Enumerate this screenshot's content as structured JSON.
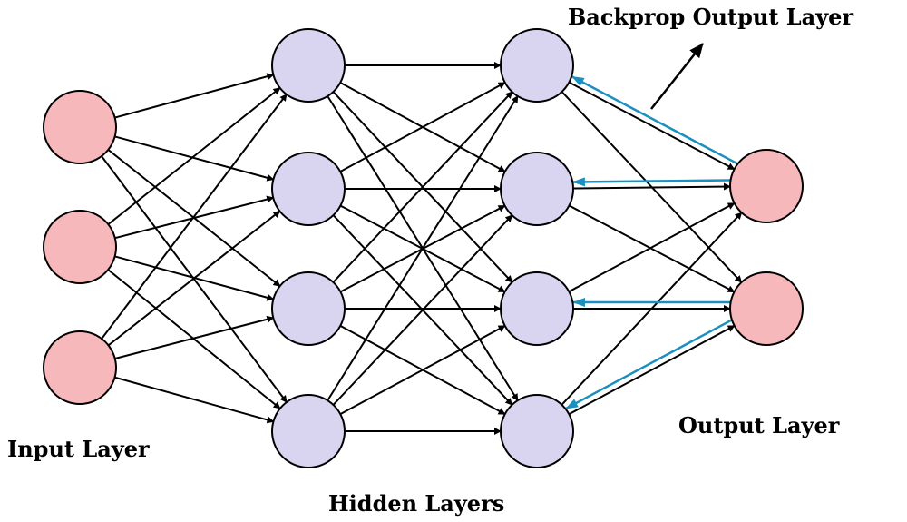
{
  "labels": {
    "input_layer": "Input Layer",
    "hidden_layers": "Hidden Layers",
    "output_layer": "Output Layer",
    "backprop_output_layer": "Backprop Output Layer"
  },
  "network": {
    "layers": [
      {
        "id": "input",
        "nodes": 3
      },
      {
        "id": "hidden1",
        "nodes": 4
      },
      {
        "id": "hidden2",
        "nodes": 4
      },
      {
        "id": "output",
        "nodes": 2
      }
    ],
    "fully_connected": true,
    "backprop_from": "output",
    "backprop_to": "hidden2"
  },
  "colors": {
    "input_node": "#f7b8bc",
    "hidden_node": "#d9d5f0",
    "output_node": "#f7b8bc",
    "connection": "#000000",
    "backprop": "#1a8fc0"
  }
}
